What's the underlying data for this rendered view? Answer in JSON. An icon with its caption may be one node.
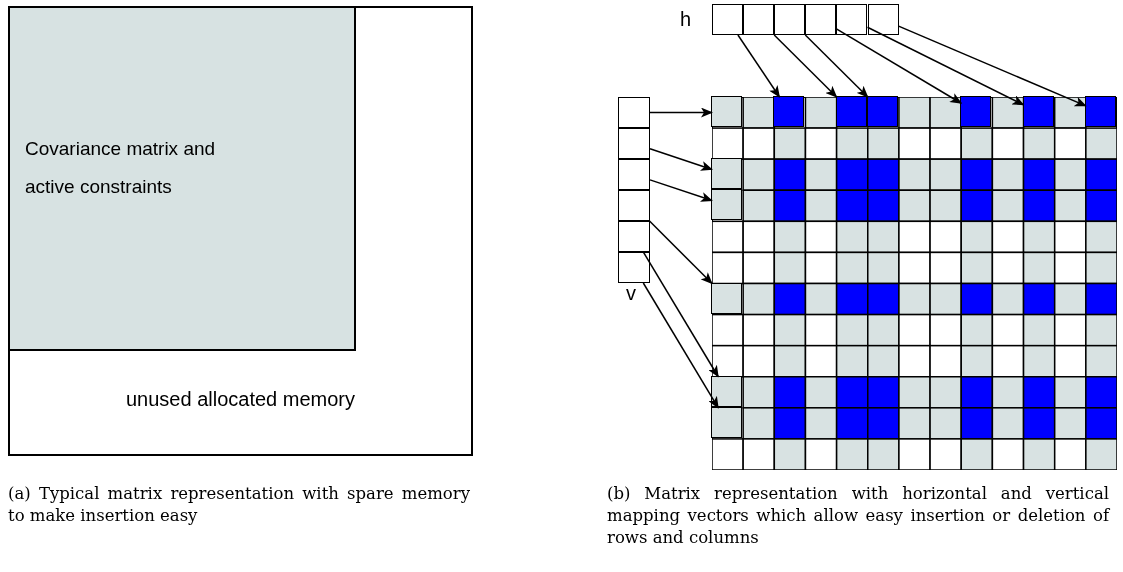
{
  "diagram": {
    "nodes": [
      {
        "text": [
          "unused allocated memory"
        ]
      },
      {
        "text": [
          "Covariance matrix and active constraints"
        ],
        "in": 0
      },
      {
        "text": [],
        "shape": "box"
      },
      {
        "text": [],
        "shape": "box"
      },
      {
        "text": [],
        "shape": "box"
      },
      {
        "text": [],
        "shape": "box"
      },
      {
        "text": [],
        "shape": "box"
      },
      {
        "text": [],
        "shape": "box"
      },
      {
        "text": [],
        "shape": "box"
      },
      {
        "text": [],
        "shape": "box"
      },
      {
        "text": [],
        "shape": "box"
      },
      {
        "text": [],
        "shape": "box"
      },
      {
        "text": [],
        "shape": "box"
      },
      {
        "text": [],
        "shape": "box"
      },
      {
        "text": [],
        "shape": "box"
      },
      {
        "text": [],
        "shape": "box",
        "in": 14
      },
      {
        "text": [],
        "shape": "box",
        "in": 14
      },
      {
        "text": [],
        "shape": "box",
        "in": 14
      },
      {
        "text": [],
        "shape": "box",
        "in": 14
      },
      {
        "text": [],
        "shape": "box",
        "in": 14
      },
      {
        "text": [],
        "shape": "box",
        "in": 14
      },
      {
        "text": [],
        "shape": "box",
        "in": 14
      },
      {
        "text": [],
        "shape": "box",
        "in": 14
      },
      {
        "text": [],
        "shape": "box",
        "in": 14
      },
      {
        "text": [],
        "shape": "box",
        "in": 14
      },
      {
        "text": [],
        "shape": "box",
        "in": 14
      },
      {
        "text": [],
        "shape": "box",
        "in": 14
      }
    ],
    "edges": [
      {
        "from": 2,
        "to": 16,
        "arrow": "to"
      },
      {
        "from": 3,
        "to": 17,
        "arrow": "to"
      },
      {
        "from": 4,
        "to": 18,
        "arrow": "to"
      },
      {
        "from": 5,
        "to": 19,
        "arrow": "to"
      },
      {
        "from": 6,
        "to": 20,
        "arrow": "to"
      },
      {
        "from": 7,
        "to": 21,
        "arrow": "to"
      },
      {
        "from": 8,
        "to": 15,
        "arrow": "to"
      },
      {
        "from": 9,
        "to": 22,
        "arrow": "to"
      },
      {
        "from": 10,
        "to": 23,
        "arrow": "to"
      },
      {
        "from": 11,
        "to": 24,
        "arrow": "to"
      },
      {
        "from": 12,
        "to": 25,
        "arrow": "to"
      },
      {
        "from": 13,
        "to": 26,
        "arrow": "to"
      }
    ],
    "labels": [
      "h",
      "v",
      "(a) Typical matrix representation with spare memory to make insertion easy",
      "(b) Matrix representation with horizontal and vertical mapping vectors which allow easy insertion or deletion of rows and columns"
    ]
  }
}
